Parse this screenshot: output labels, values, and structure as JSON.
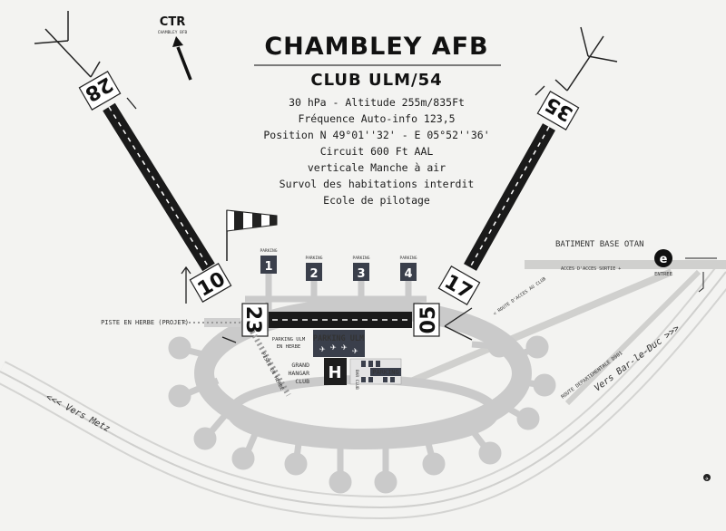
{
  "title": "CHAMBLEY AFB",
  "subtitle": "CLUB ULM/54",
  "info_lines": [
    "30 hPa - Altitude 255m/835Ft",
    "Fréquence Auto-info 123,5",
    "Position N 49°01''32' - E 05°52''36'",
    "Circuit 600 Ft AAL",
    "verticale Manche à air",
    "Survol des habitations interdit",
    "Ecole de pilotage"
  ],
  "ctr": {
    "label": "CTR",
    "sublabel": "CHAMBLEY BFB"
  },
  "runways": {
    "left_top": "28",
    "left_bottom": "10",
    "right_top": "35",
    "right_bottom": "17",
    "horiz_left": "23",
    "horiz_right": "05"
  },
  "stands": [
    "1",
    "2",
    "3",
    "4"
  ],
  "stand_caption": "PARKING",
  "labels": {
    "piste_herbe_projet": "PISTE EN HERBE (PROJET)",
    "piste_herbe": "PISTE EN HERBE",
    "parking_ulm_herbe": "PARKING ULM EN HERBE",
    "parking_ulm": "PARKING ULM",
    "grand_hangar": "GRAND HANGAR CLUB",
    "hangar_letter": "H",
    "bar_club": "BAR CLUB",
    "parking": "PARKING",
    "batiment": "BATIMENT BASE OTAN",
    "acces": "ACCES D'ACCES SORTIE +",
    "route_acces": "< ROUTE D'ACCES AU CLUB",
    "entree_letter": "e",
    "entree": "ENTREE",
    "route_dept": "ROUTE DEPARTEMENTALE D901",
    "vers_bar": "Vers Bar-le-Duc >>>",
    "vers_metz": "<<< Vers Metz"
  },
  "colors": {
    "background": "#f3f3f1",
    "runway": "#1a1a1a",
    "taxi": "#c9c9c9",
    "dark_box": "#3a3f4b",
    "windsock_red": "#1a1a1a"
  }
}
